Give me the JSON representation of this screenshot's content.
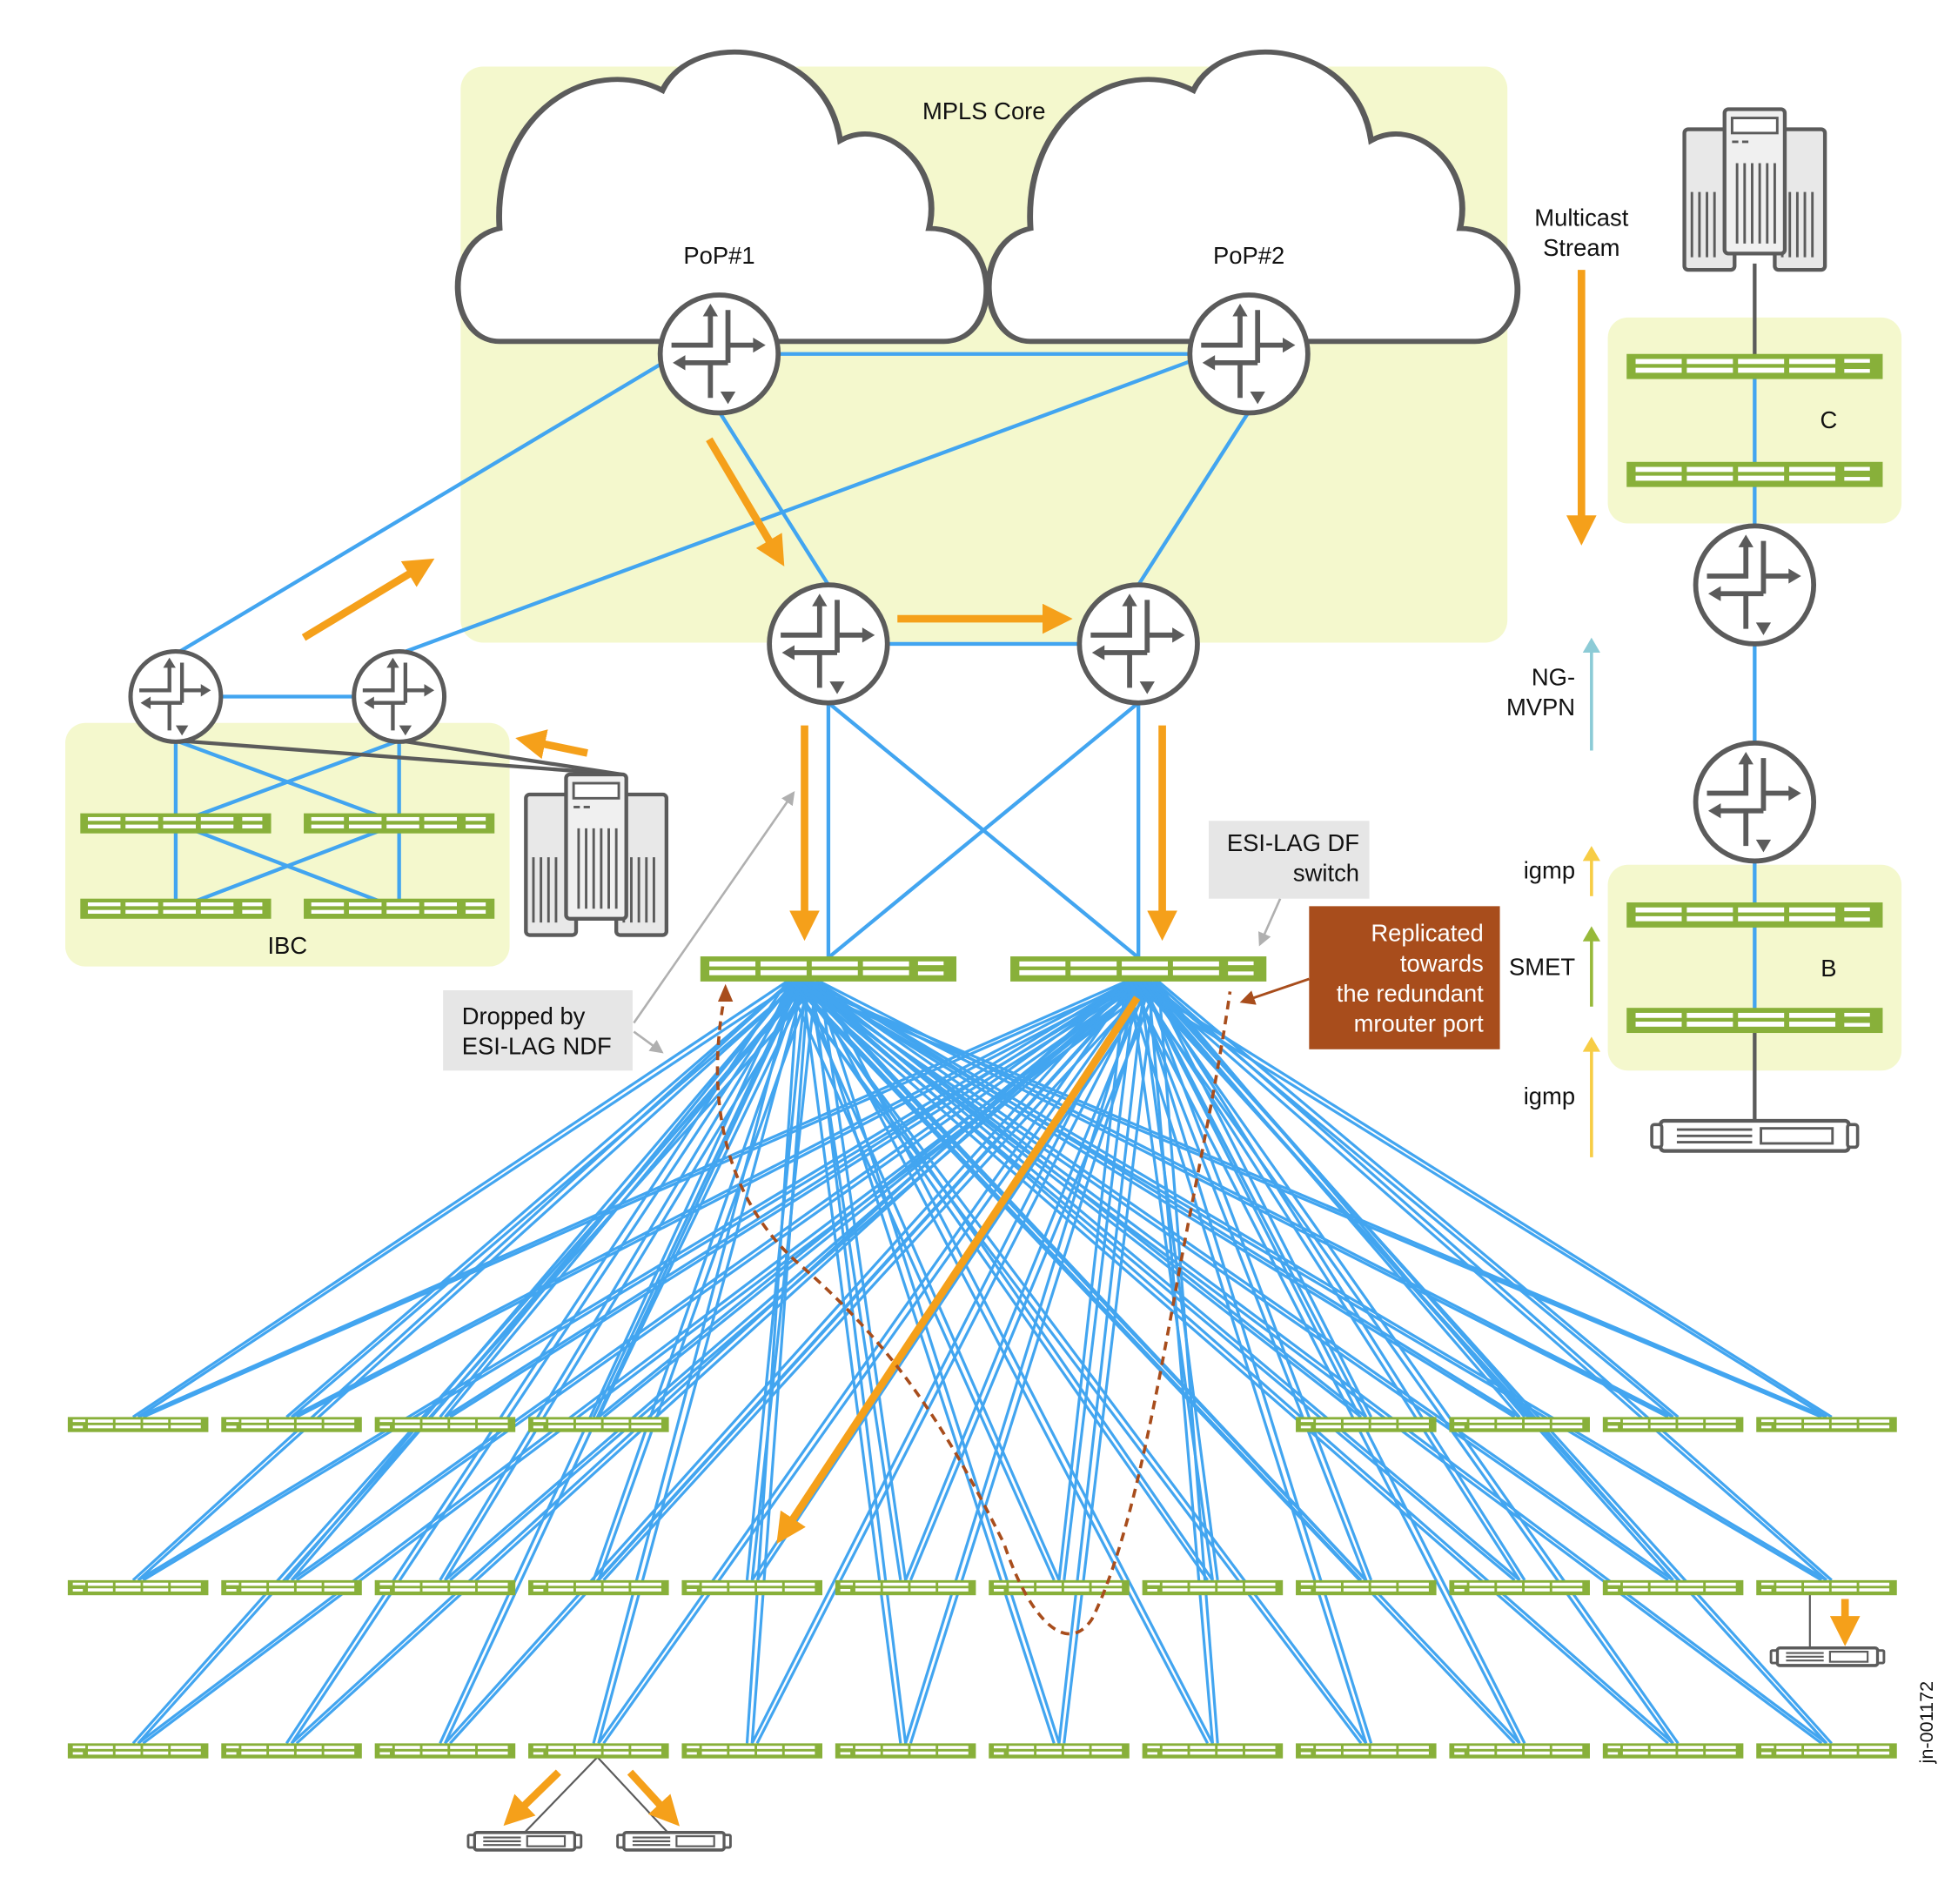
{
  "title": "EVPN multicast with ESI-LAG, SMET and NG-MVPN",
  "labels": {
    "mpls_core": "MPLS Core",
    "pop1": "PoP#1",
    "pop2": "PoP#2",
    "ibc": "IBC",
    "site_c": "C",
    "site_b": "B",
    "multicast_stream": [
      "Multicast",
      "Stream"
    ],
    "ng_mvpn": [
      "NG-",
      "MVPN"
    ],
    "igmp_top": "igmp",
    "smet": "SMET",
    "igmp_bottom": "igmp",
    "dropped_by": [
      "Dropped by",
      "ESI-LAG NDF"
    ],
    "esi_lag_df": [
      "ESI-LAG DF",
      "switch"
    ],
    "replicated": [
      "Replicated",
      "towards",
      "the redundant",
      "mrouter port"
    ],
    "figure_id": "jn-001172"
  },
  "colors": {
    "link_blue": "#42a5f0",
    "flow_orange": "#f5a01a",
    "mvpn_teal": "#8ccbd6",
    "igmp_yellow": "#f7cd45",
    "smet_green": "#97b93a",
    "switch_green": "#88b03a",
    "zone_fill": "#f4f8cd",
    "callout_grey": "#e6e6e6",
    "callout_brown": "#a84d1c",
    "device_grey": "#5b5b5b"
  },
  "topology": {
    "leaf_rows": [
      {
        "name": "row-1",
        "switch_count": 8
      },
      {
        "name": "row-2",
        "switch_count": 12
      },
      {
        "name": "row-3",
        "switch_count": 12
      }
    ],
    "spine_switches": [
      "spine-ndf",
      "spine-df"
    ]
  }
}
